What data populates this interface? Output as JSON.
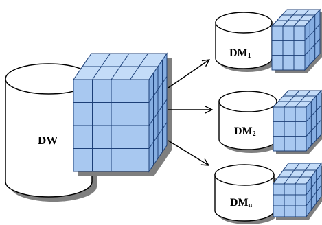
{
  "warehouse": {
    "label": "DW"
  },
  "marts": [
    {
      "label": "DM",
      "subscript": "1"
    },
    {
      "label": "DM",
      "subscript": "2"
    },
    {
      "label": "DM",
      "subscript": "n"
    }
  ],
  "colors": {
    "cube_front": "#a8c8f0",
    "cube_top": "#c4dcf8",
    "cube_side": "#86aee2",
    "cube_line": "#1c3f77",
    "cylinder_fill": "#ffffff",
    "cylinder_stroke": "#000000",
    "shadow": "#7f7f7f",
    "arrow": "#000000"
  }
}
